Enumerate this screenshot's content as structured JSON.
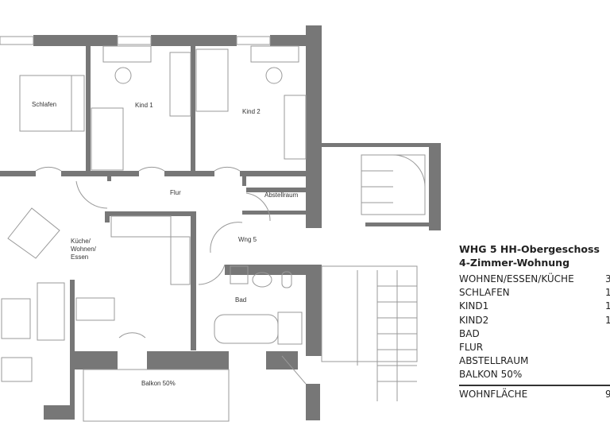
{
  "plan": {
    "rooms": {
      "schlafen": "Schlafen",
      "kind1": "Kind 1",
      "kind2": "Kind 2",
      "flur": "Flur",
      "abstellraum": "Abstellraum",
      "kueche": [
        "Küche/",
        "Wohnen/",
        "Essen"
      ],
      "wohnung": "Wng 5",
      "bad": "Bad",
      "balkon": "Balkon 50%"
    },
    "wall_color": "#777777"
  },
  "legend": {
    "title": "WHG 5  HH-Obergeschoss",
    "subtitle": "4-Zimmer-Wohnung",
    "rows": [
      {
        "name": "WOHNEN/ESSEN/KÜCHE",
        "value": "3"
      },
      {
        "name": "SCHLAFEN",
        "value": "1"
      },
      {
        "name": "KIND1",
        "value": "1"
      },
      {
        "name": "KIND2",
        "value": "1"
      },
      {
        "name": "BAD",
        "value": ""
      },
      {
        "name": "FLUR",
        "value": ""
      },
      {
        "name": "ABSTELLRAUM",
        "value": ""
      },
      {
        "name": "BALKON 50%",
        "value": ""
      }
    ],
    "total": {
      "name": "WOHNFLÄCHE",
      "value": "9"
    }
  }
}
